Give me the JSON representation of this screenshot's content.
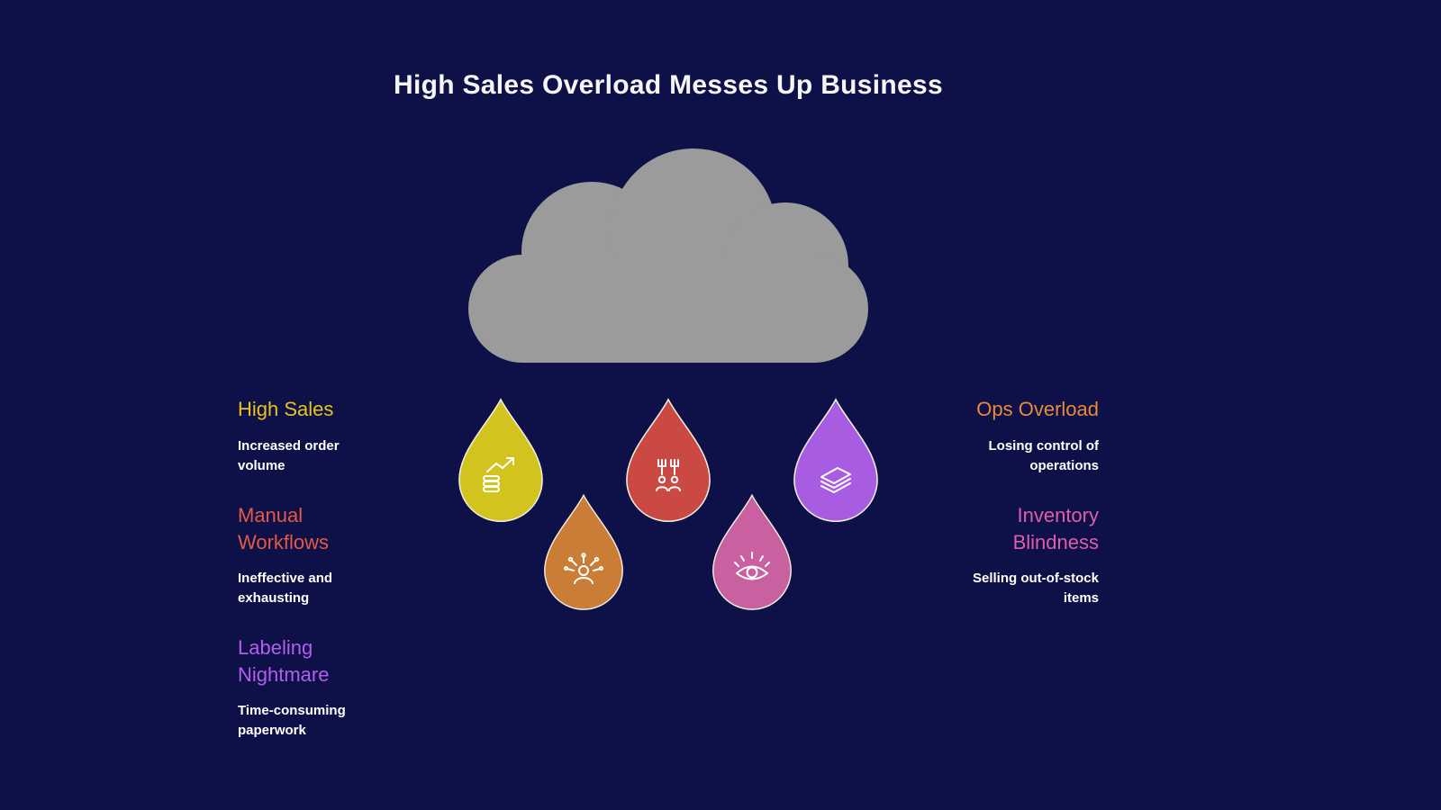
{
  "title": "High Sales Overload Messes Up Business",
  "background_color": "#0d1147",
  "cloud_color": "#9b9b9b",
  "left_items": [
    {
      "heading": "High Sales",
      "description": "Increased order volume",
      "color": "#e7c31f"
    },
    {
      "heading": "Manual Workflows",
      "description": "Ineffective and exhausting",
      "color": "#e4584a"
    },
    {
      "heading": "Labeling Nightmare",
      "description": "Time-consuming paperwork",
      "color": "#b55cf0"
    }
  ],
  "right_items": [
    {
      "heading": "Ops Overload",
      "description": "Losing control of operations",
      "color": "#e8893b"
    },
    {
      "heading": "Inventory Blindness",
      "description": "Selling out-of-stock items",
      "color": "#e05dad"
    }
  ],
  "drops": [
    {
      "label": "High Sales",
      "icon": "sales-growth-icon",
      "color": "#d2c31f"
    },
    {
      "label": "Manual Workflows",
      "icon": "manual-workflow-icon",
      "color": "#ca4a43"
    },
    {
      "label": "Ops Overload",
      "icon": "stacked-labels-icon",
      "color": "#a75ce2"
    },
    {
      "label": "Labeling Nightmare",
      "icon": "overwhelmed-person-icon",
      "color": "#c97d36"
    },
    {
      "label": "Inventory Blindness",
      "icon": "eye-lightbulb-icon",
      "color": "#c9609f"
    }
  ]
}
